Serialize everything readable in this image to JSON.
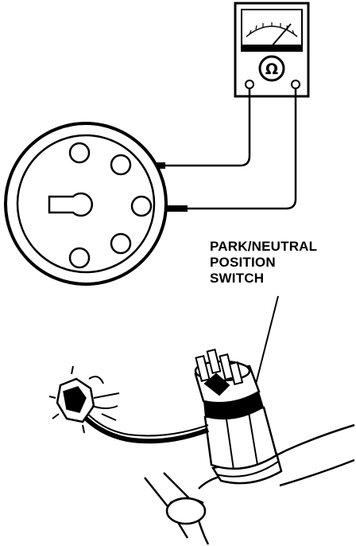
{
  "figure": {
    "meter_symbol": "Ω",
    "callout_lines": [
      "PARK/NEUTRAL",
      "POSITION",
      "SWITCH"
    ]
  }
}
